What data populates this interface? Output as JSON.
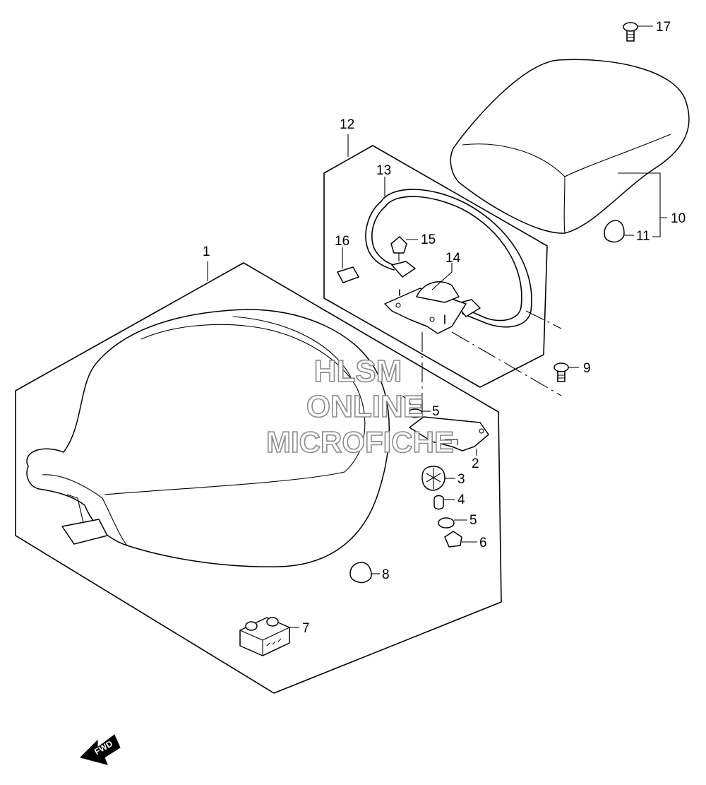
{
  "callouts": {
    "c1": "1",
    "c2": "2",
    "c3": "3",
    "c4": "4",
    "c5a": "5",
    "c5b": "5",
    "c6": "6",
    "c7": "7",
    "c8": "8",
    "c9": "9",
    "c10": "10",
    "c11": "11",
    "c12": "12",
    "c13": "13",
    "c14": "14",
    "c15": "15",
    "c16": "16",
    "c17": "17"
  },
  "watermark": {
    "line1": "HLSM",
    "line2": "ONLINE",
    "line3": "MICROFICHE"
  },
  "direction_arrow": {
    "label": "FWD"
  }
}
